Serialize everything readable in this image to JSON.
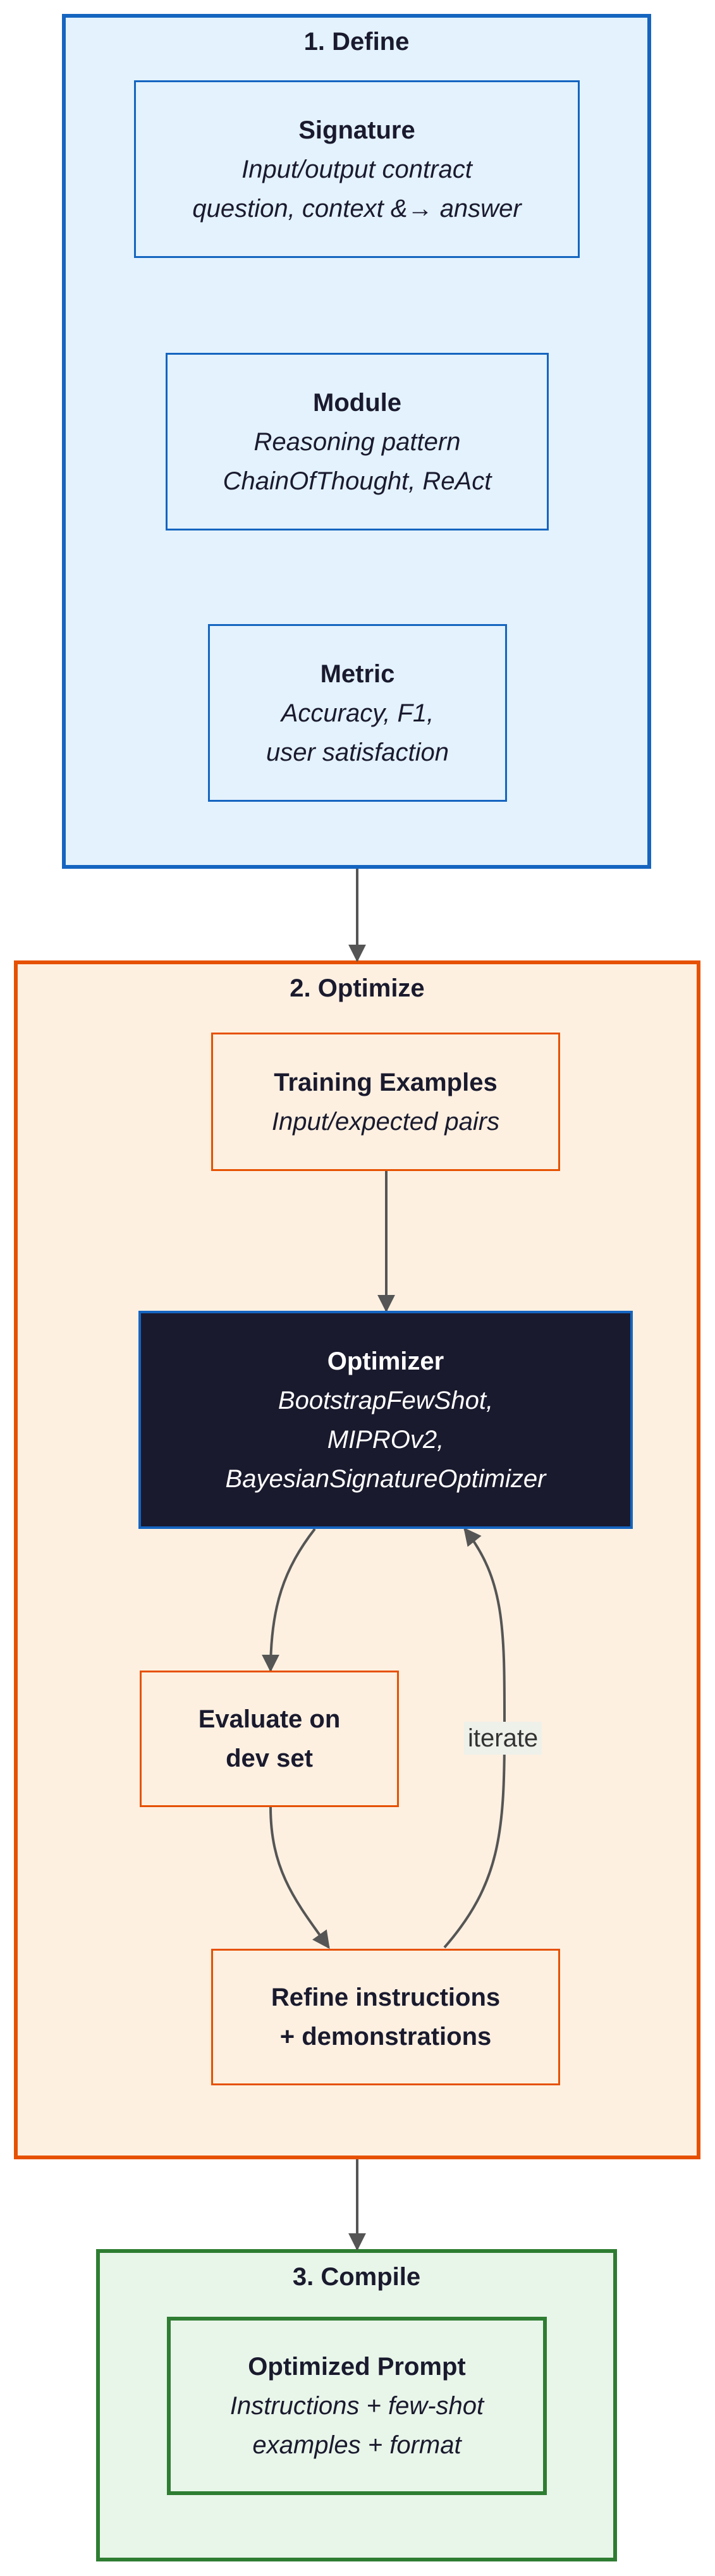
{
  "groups": {
    "define": {
      "title": "1. Define"
    },
    "optimize": {
      "title": "2. Optimize"
    },
    "compile": {
      "title": "3. Compile"
    }
  },
  "nodes": {
    "signature": {
      "title": "Signature",
      "line1": "Input/output contract",
      "line2": "question, context &→ answer"
    },
    "module": {
      "title": "Module",
      "line1": "Reasoning pattern",
      "line2": "ChainOfThought, ReAct"
    },
    "metric": {
      "title": "Metric",
      "line1": "Accuracy, F1,",
      "line2": "user satisfaction"
    },
    "training": {
      "title": "Training Examples",
      "line1": "Input/expected pairs"
    },
    "optimizer": {
      "title": "Optimizer",
      "line1": "BootstrapFewShot,",
      "line2": "MIPROv2,",
      "line3": "BayesianSignatureOptimizer"
    },
    "evaluate": {
      "line1": "Evaluate on",
      "line2": "dev set"
    },
    "refine": {
      "line1": "Refine instructions",
      "line2": "+ demonstrations"
    },
    "prompt": {
      "title": "Optimized Prompt",
      "line1": "Instructions + few-shot",
      "line2": "examples + format"
    }
  },
  "edges": {
    "iterate_label": "iterate"
  },
  "colors": {
    "define_fill": "#e3f2fd",
    "define_stroke": "#1565c0",
    "optimize_fill": "#fdf0e1",
    "optimize_stroke": "#e65100",
    "compile_fill": "#e8f5e9",
    "compile_stroke": "#2e7d32",
    "optimizer_fill": "#1a1a2e",
    "edge": "#555555"
  }
}
